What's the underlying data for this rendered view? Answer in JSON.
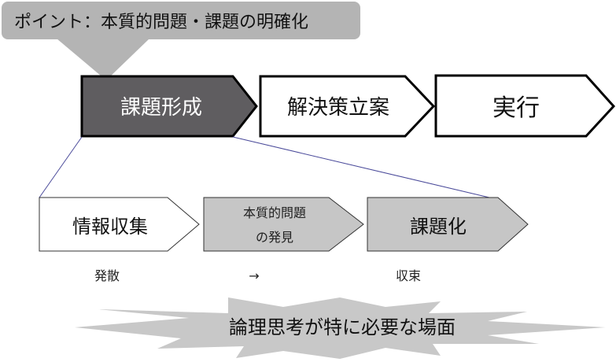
{
  "callout": {
    "text": "ポイント：本質的問題・課題の明確化"
  },
  "top_steps": [
    {
      "label": "課題形成"
    },
    {
      "label": "解決策立案"
    },
    {
      "label": "実行"
    }
  ],
  "bottom_steps": [
    {
      "label": "情報収集"
    },
    {
      "label_line1": "本質的問題",
      "label_line2": "の発見"
    },
    {
      "label": "課題化"
    }
  ],
  "annotations": {
    "diverge": "発散",
    "arrow": "→",
    "converge": "収束"
  },
  "burst": {
    "text": "論理思考が特に必要な場面"
  },
  "colors": {
    "callout": "#b4b4b4",
    "active_step": "#5f5d60",
    "gray_step": "#c6c6c6",
    "connector": "#4a4a9a"
  }
}
